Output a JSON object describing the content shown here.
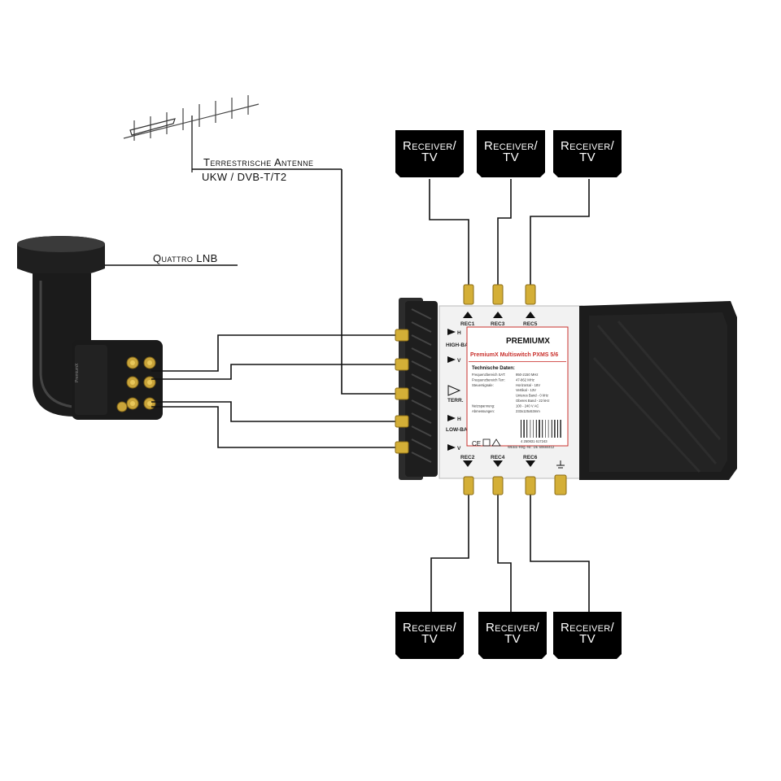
{
  "antenna": {
    "label_line1": "Terrestrische Antenne",
    "label_line2": "UKW / DVB-T/T2"
  },
  "lnb": {
    "label": "Quattro LNB",
    "brand": "PremiumX"
  },
  "receivers": [
    {
      "line1": "Receiver/",
      "line2": "TV"
    },
    {
      "line1": "Receiver/",
      "line2": "TV"
    },
    {
      "line1": "Receiver/",
      "line2": "TV"
    },
    {
      "line1": "Receiver/",
      "line2": "TV"
    },
    {
      "line1": "Receiver/",
      "line2": "TV"
    },
    {
      "line1": "Receiver/",
      "line2": "TV"
    }
  ],
  "multiswitch": {
    "brand": "PREMIUMX",
    "model": "PremiumX Multiswitch PXMS 5/6",
    "outputs_top": [
      "REC1",
      "REC3",
      "REC5"
    ],
    "outputs_bottom": [
      "REC2",
      "REC4",
      "REC6"
    ],
    "inputs": {
      "high_band": "HIGH-BAND",
      "terr": "TERR.",
      "low_band": "LOW-BAND",
      "h": "H",
      "v": "V"
    },
    "spec_title": "Technische Daten:",
    "specs": [
      {
        "k": "Frequenzbereich SAT:",
        "v": "950-2150 MHz"
      },
      {
        "k": "Frequenzbereich Terr:",
        "v": "47-862 MHz"
      },
      {
        "k": "Steuersignale:",
        "v": "Horizontal - 18V"
      },
      {
        "k": "",
        "v": "Vertikal - 13V"
      },
      {
        "k": "",
        "v": "Unteres Band - 0 kHz"
      },
      {
        "k": "",
        "v": "Oberes Band - 22 kHz"
      },
      {
        "k": "Netzspannung:",
        "v": "100 - 240 V AC"
      },
      {
        "k": "Abmessungen:",
        "v": "233x125x53mm"
      }
    ],
    "barcode": "4 250831 617243",
    "weee": "WEEE-Reg.-Nr.: DE 60684412"
  }
}
